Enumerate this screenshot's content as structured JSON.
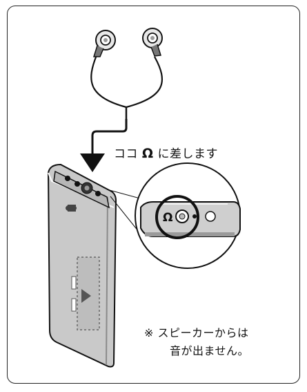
{
  "labels": {
    "connect_prefix": "ココ",
    "headphone_symbol": "Ω",
    "connect_suffix": "に差します",
    "note_mark": "※",
    "note_line1": "スピーカーからは",
    "note_line2": "音が出ません。"
  },
  "icons": [
    "earphones-icon",
    "arrow-down-icon",
    "recorder-device-icon",
    "zoom-callout-icon",
    "headphone-jack-icon"
  ]
}
